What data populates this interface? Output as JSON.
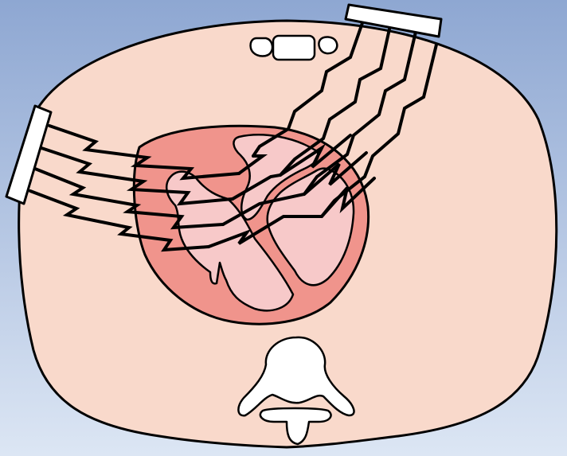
{
  "colors": {
    "background_top": "#8ea7d2",
    "background_bottom": "#dce6f4",
    "torso_fill": "#f9d9cb",
    "myocardium_fill": "#f0948c",
    "chamber_fill": "#f7c9c9",
    "bone_fill": "#ffffff",
    "electrode_fill": "#ffffff",
    "outline": "#000000",
    "lightning_stroke": "#000000"
  },
  "elements": {
    "torso": "chest-cross-section",
    "heart": "heart-cross-section",
    "sternum": "sternum",
    "spine": "vertebra",
    "anterior_paddle": "defibrillator-paddle-anterior",
    "lateral_paddle": "defibrillator-paddle-lateral",
    "shocks": "electric-current-bolts"
  },
  "lightning": {
    "anterior_bolt_count": 4,
    "lateral_bolt_count": 4
  }
}
